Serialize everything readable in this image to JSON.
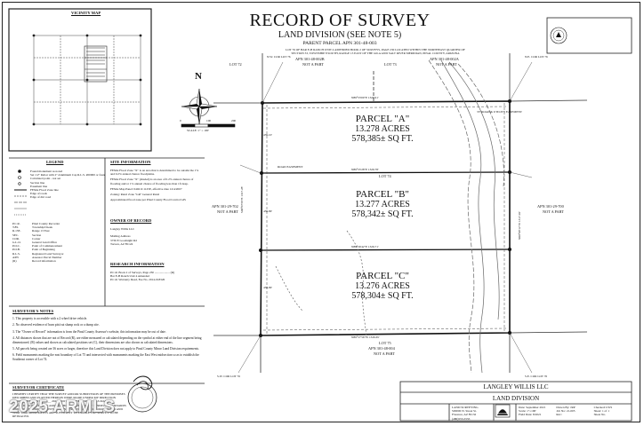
{
  "header": {
    "title": "RECORD OF SURVEY",
    "subtitle": "LAND DIVISION (SEE NOTE 5)",
    "parent_parcel": "PARENT PARCEL APN 301-48-003",
    "description_line1": "LOT 76 OF BAR E-B RANCH UNIT 4 AMENDED BOOK 2 OF SURVEYS, PAGE 230 LOCATED WITHIN THE NORTHEAST QUARTER OF",
    "description_line2": "SECTION 33, TOWNSHIP 8 SOUTH, RANGE 13 EAST OF THE GILA AND SALT RIVER MERIDIAN, PINAL COUNTY, ARIZONA"
  },
  "vicinity": {
    "title": "VICINITY MAP"
  },
  "scale": {
    "text": "SCALE: 1\" = 100'",
    "marks": [
      "0",
      "100",
      "200"
    ]
  },
  "north": {
    "letter": "N"
  },
  "neighbors": {
    "lot72": "LOT 72",
    "lot73": "LOT 73",
    "lot74": "LOT 74",
    "lot75": "LOT 75",
    "apn_nw": "APN 301-48-002B",
    "apn_nw_sub": "NOT A PART",
    "apn_ne": "APN 301-48-002A",
    "apn_ne_sub": "NOT A PART",
    "apn_w": "APN 301-29-702",
    "apn_w_sub": "NOT A PART",
    "apn_e": "APN 301-29-700",
    "apn_e_sub": "NOT A PART",
    "apn_s": "APN 301-48-004",
    "apn_s_sub": "NOT A PART",
    "nw_corner": "N.W. COR LOT 76",
    "ne_corner": "N.E. COR LOT 76",
    "sw_corner": "S.W. COR LOT 76",
    "se_corner": "S.E. COR LOT 76"
  },
  "parcels": [
    {
      "name": "PARCEL \"A\"",
      "acres": "13.278 ACRES",
      "sqft": "578,385± SQ FT."
    },
    {
      "name": "PARCEL \"B\"",
      "acres": "13.277 ACRES",
      "sqft": "578,342± SQ FT."
    },
    {
      "name": "PARCEL \"C\"",
      "acres": "13.276 ACRES",
      "sqft": "578,304± SQ FT."
    }
  ],
  "legend": {
    "title": "LEGEND",
    "items": [
      "Found monument as noted",
      "Set 1/2\" Rebar with 2\" Aluminum Cap R.L.S. #00000 or found otherwise",
      "Calculated point - not set",
      "Section line",
      "Easement line",
      "FEMA Flood Zone line",
      "Edge of roads",
      "Edge of dirt road",
      "Pinal County Recorder",
      "Township/Cheek",
      "Range 13 East",
      "Section",
      "Corner",
      "General Land Office",
      "Point of Commencement",
      "Point of Beginning",
      "Registered Land Surveyor",
      "Assessor Parcel Number",
      "Record information"
    ],
    "abbr": [
      "P.C.R.",
      "T.8S.",
      "R.13E.",
      "SEC.",
      "COR.",
      "G.L.O.",
      "P.O.C.",
      "P.O.B.",
      "R.L.S.",
      "APN",
      "(R)"
    ]
  },
  "site_info": {
    "title": "SITE INFORMATION",
    "lines": [
      "FEMA Flood Zone \"X\" is an area that is determined to be outside the 1% and 0.2% annual chance floodplains.",
      "FEMA Flood Zone \"X\" (shaded) is an area of 0.2% annual chance of flooding and/or 1% annual chance of flooding less than 1ft deep.",
      "FEMA Map Panel: 04021C1125E, effective date 12/4/2007",
      "Zoning: Rural Zone \"GR\" General Rural",
      "Approximated flood zone per Pinal County Flood Control GIS"
    ]
  },
  "owner": {
    "title": "OWNER OF RECORD",
    "lines": [
      "Langley Willis LLC",
      "",
      "Mailing Address",
      "3736 E Goodnight Rd",
      "Tucson, AZ 85124"
    ]
  },
  "research": {
    "title": "RESEARCH INFORMATION",
    "lines": [
      "P.C.R. Book 2 of Surveys, Page 230 .................... (R)",
      "Bar E-B Ranch Unit 4 Amended",
      "P.C.R. Warranty Deed, Fee No. 2014-018326"
    ]
  },
  "notes": {
    "title": "SURVEYOR'S NOTES",
    "items": [
      "1. This property is accessible with a 2 wheel drive vehicle.",
      "2. No observed evidence of burn pits/cut slump rock or a dump site.",
      "3. The \"Owner of Record\" information is from the Pinal County Assessor's website, this information may be out of date.",
      "4. All distances shown that are not of Record (R), are either measured or calculated depending on the symbol at either end of the line segment being dimensioned. (R) values and shown as calculated positions set (C), their dimensions are also shown as calculated dimensions.",
      "5. All parcels being created are 36 acres or larger, therefore this Land Division does not apply to Pinal County Minor Land Division requirements.",
      "6. Field monuments marking the east boundary of Lot 75 and intersected with monuments marking the East West midsection so as to establish the Southeast corner of Lot 74."
    ]
  },
  "certificate": {
    "title": "SURVEYOR CERTIFICATE",
    "text": "I HEREBY CERTIFY THAT THE SURVEY AND/OR SUBDIVISION OF THE PREMISES DESCRIBED AND PLATTED HEREON WERE MADE UNDER MY DIRECTION DURING THE MONTH OF __ 2021 AND THAT THE SURVEY WAS MADE IN ACCORDANCE WITH THE ARIZONA BOUNDARY SURVEY MINIMUM STANDARDS AND THAT THE MONUMENTS SHOWN HEREON ARE CORRECTLY SHOWN AND THAT SAID MONUMENTS ARE SUFFICIENT TO ENABLE THE SURVEY TO BE RETRACED."
  },
  "title_block": {
    "client": "LANGLEY WILLIS LLC",
    "project": "LAND DIVISION",
    "firm_lines": [
      "LAND SURVEYING",
      "S00000 N. Street St.",
      "Florence, AZ 85132",
      "(480)555-5555"
    ],
    "info": [
      "Date: September 2021",
      "Drawn By: JRP",
      "Checked: LWS",
      "Scale: 1\"=100'",
      "Job No: 21-005",
      "Sheet: 1 of 1",
      "Field Date: 8/2021",
      "Rev:",
      "Sheet No."
    ]
  },
  "bearings": {
    "north_line": "N89°53'00\"E 1326.91'",
    "south_line": "N89°57'56\"W 1326.65'",
    "west_line": "S00°07'29\"E 1317.28'",
    "east_line": "N00°09'12\"W 1317.20'",
    "div_ab": "N89°55'28\"E 1326.78'",
    "div_bc": "N89°56'42\"E 1326.71'",
    "seg_a_w": "439.10'",
    "seg_b_w": "439.09'",
    "seg_c_w": "439.09'",
    "rd_easement": "ROAD EASEMENT",
    "rd_easement2": "33' ROAD & UTILITY EASEMENT"
  },
  "watermark": {
    "text": "2025 ARMLS"
  }
}
